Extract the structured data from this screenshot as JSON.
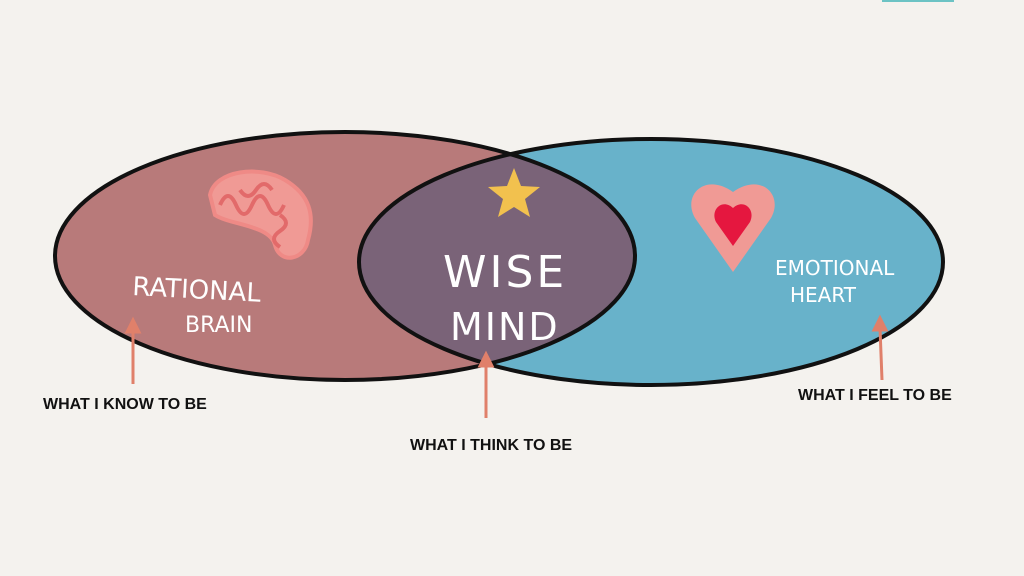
{
  "colors": {
    "rational": "#b87a7a",
    "emotional": "#68b2ca",
    "wise": "#7a6378",
    "arrow": "#e0806a",
    "background": "#f4f2ee"
  },
  "circles": {
    "rational": {
      "line1": "RATIONAL",
      "line2": "BRAIN",
      "icon": "brain-icon"
    },
    "wise": {
      "line1": "WISE",
      "line2": "MIND",
      "icon": "star-icon"
    },
    "emotional": {
      "line1": "EMOTIONAL",
      "line2": "HEART",
      "icon": "heart-icon"
    }
  },
  "captions": {
    "know": "WHAT I KNOW TO BE",
    "think": "WHAT I THINK TO BE",
    "feel": "WHAT I FEEL TO BE"
  }
}
